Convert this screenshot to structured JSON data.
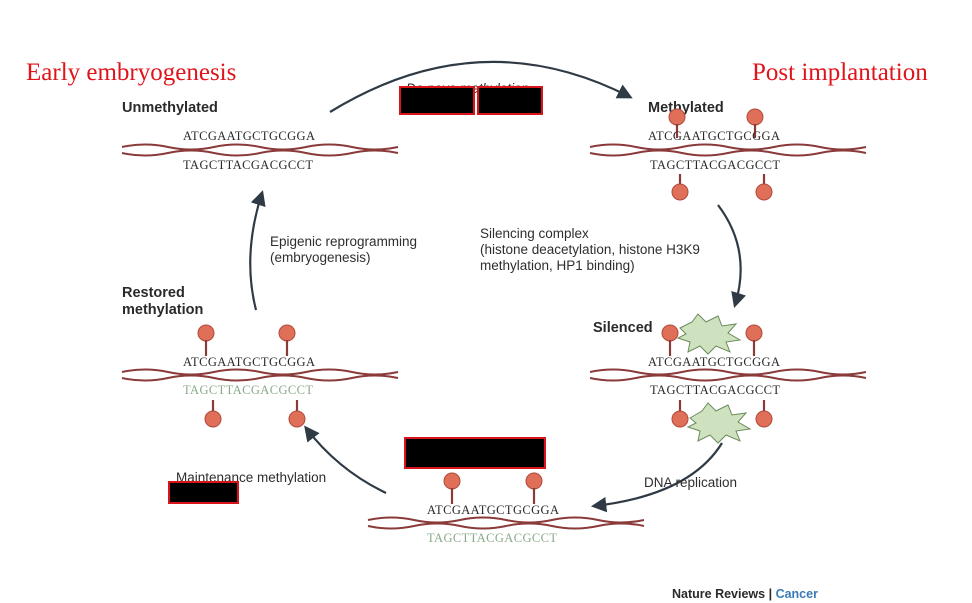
{
  "titles": {
    "left": "Early embryogenesis",
    "right": "Post implantation"
  },
  "states": {
    "unmethylated": "Unmethylated",
    "methylated": "Methylated",
    "silenced": "Silenced",
    "restored_line1": "Restored",
    "restored_line2": "methylation"
  },
  "sequences": {
    "top": "ATCGAATGCTGCGGA",
    "bottom": "TAGCTTACGACGCCT"
  },
  "steps": {
    "de_novo": "De novo methylation",
    "silencing_line1": "Silencing complex",
    "silencing_line2": "(histone deacetylation, histone H3K9",
    "silencing_line3": "methylation, HP1 binding)",
    "dna_replication": "DNA replication",
    "maintenance": "Maintenance methylation",
    "epigenic_line1": "Epigenic reprogramming",
    "epigenic_line2": "(embryogenesis)"
  },
  "footer": {
    "journal": "Nature Reviews",
    "separator": " | ",
    "section": "Cancer"
  },
  "colors": {
    "title_red": "#e0141b",
    "strand": "#8b3a3a",
    "methyl_pin": "#e06f5a",
    "hemimethylated_strand_text": "#8aa98a",
    "silencing_burst": "#cfe2c0",
    "redaction": "#000000",
    "redaction_border": "#d9141b",
    "footer_accent": "#3a7ab8"
  },
  "icons": [
    "methyl-group-pin-icon",
    "silencing-complex-burst-icon",
    "cycle-arrow-icon",
    "redaction-box"
  ]
}
